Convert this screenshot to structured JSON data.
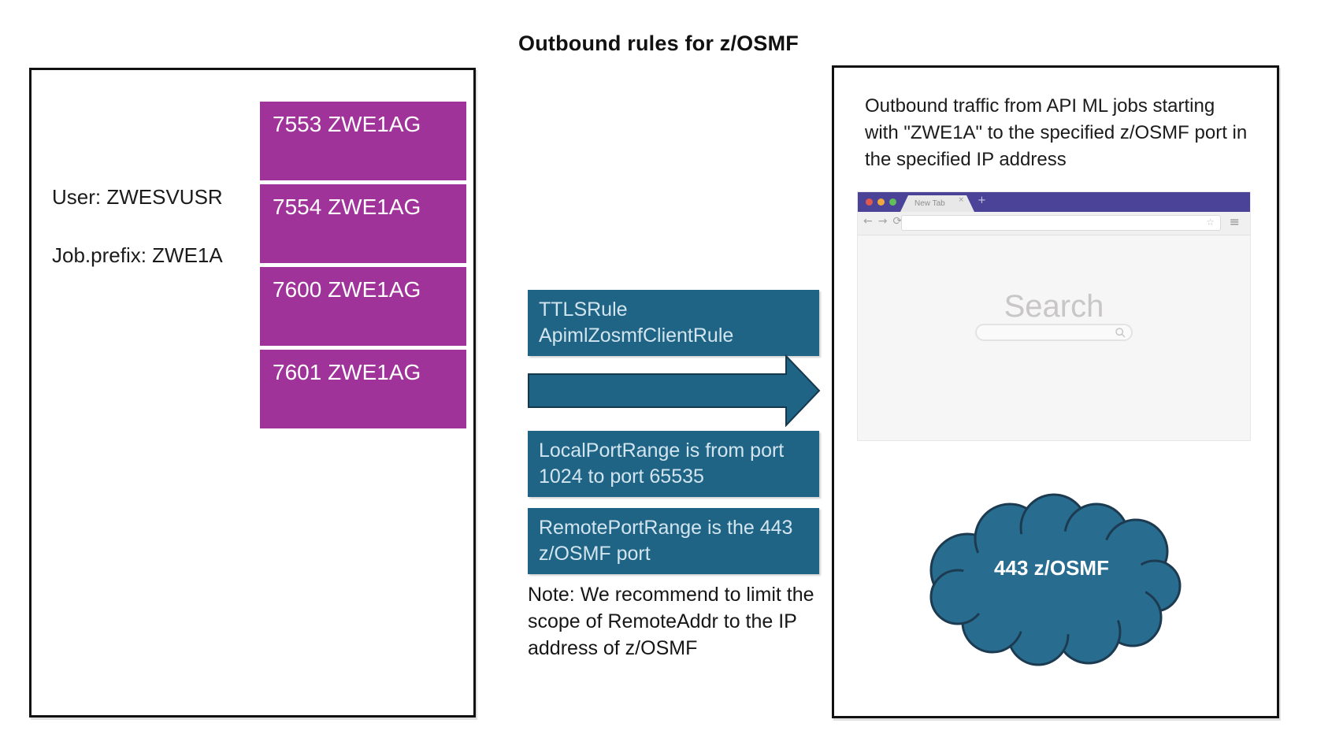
{
  "title": "Outbound rules for z/OSMF",
  "left_panel": {
    "user_label": "User: ZWESVUSR",
    "job_prefix_label": "Job.prefix: ZWE1A",
    "port_boxes": [
      "7553 ZWE1AG",
      "7554 ZWE1AG",
      "7600 ZWE1AG",
      "7601 ZWE1AG"
    ]
  },
  "middle": {
    "ttls_rule_lines": [
      "TTLSRule",
      "ApimlZosmfClientRule"
    ],
    "local_port_text": "LocalPortRange is from port 1024 to port 65535",
    "remote_port_text": "RemotePortRange is the 443 z/OSMF port",
    "note_lines": [
      "Note: We recommend to limit the",
      "scope of RemoteAddr to the IP",
      "address of z/OSMF"
    ]
  },
  "right_panel": {
    "caption_lines": [
      "Outbound traffic from API ML jobs starting",
      "with \"ZWE1A\" to the specified z/OSMF port in",
      "the specified IP address"
    ],
    "browser": {
      "tab_label": "New Tab",
      "tab_close_glyph": "×",
      "new_tab_glyph": "+",
      "back_glyph": "←",
      "forward_glyph": "→",
      "reload_glyph": "⟳",
      "star_glyph": "☆",
      "menu_glyph": "≡",
      "search_label": "Search"
    },
    "cloud_label": "443 z/OSMF"
  },
  "colors": {
    "magenta": "#A03399",
    "teal": "#1F6485",
    "browser_purple": "#4B4398",
    "cloud_fill": "#286D8F",
    "cloud_stroke": "#1C3B51"
  }
}
